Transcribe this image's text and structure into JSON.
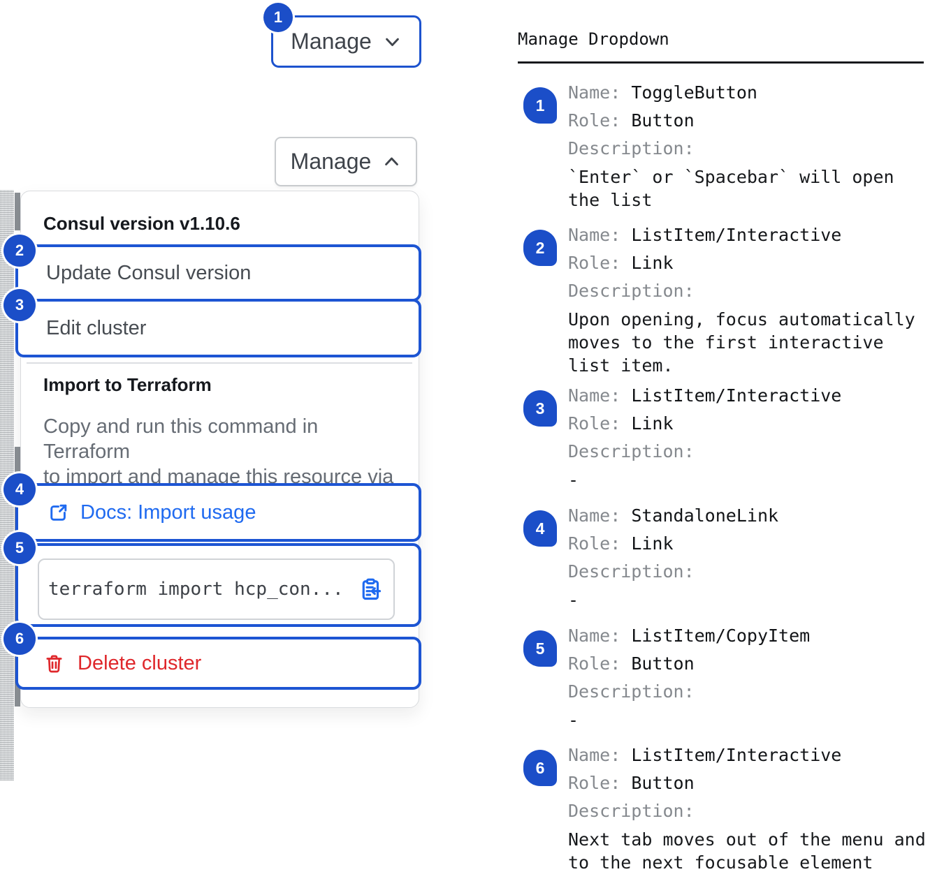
{
  "left": {
    "toggle_button_collapsed": {
      "label": "Manage",
      "badge": "1",
      "state_icon": "chevron-down-icon"
    },
    "toggle_button_expanded": {
      "label": "Manage",
      "state_icon": "chevron-up-icon"
    },
    "dropdown": {
      "version_label": "Consul version v1.10.6",
      "items": [
        {
          "badge": "2",
          "label": "Update Consul version"
        },
        {
          "badge": "3",
          "label": "Edit cluster"
        }
      ],
      "terraform_section": {
        "title": "Import to Terraform",
        "description": "Copy and run this command in Terraform\nto import and manage this resource via\nour Terraform Provider.",
        "docs_item": {
          "badge": "4",
          "label": "Docs: Import usage",
          "icon": "external-link-icon"
        },
        "copy_item": {
          "badge": "5",
          "command": "terraform import hcp_con...",
          "icon": "clipboard-copy-icon"
        }
      },
      "delete_item": {
        "badge": "6",
        "label": "Delete cluster",
        "icon": "trash-icon"
      }
    }
  },
  "right": {
    "title": "Manage Dropdown",
    "labels": {
      "name": "Name:",
      "role": "Role:",
      "description": "Description:"
    },
    "entries": [
      {
        "num": "1",
        "name": "ToggleButton",
        "role": "Button",
        "description": "`Enter` or `Spacebar` will open\nthe list"
      },
      {
        "num": "2",
        "name": "ListItem/Interactive",
        "role": "Link",
        "description": "Upon opening, focus automatically\nmoves to the first interactive\nlist item."
      },
      {
        "num": "3",
        "name": "ListItem/Interactive",
        "role": "Link",
        "description": "-"
      },
      {
        "num": "4",
        "name": "StandaloneLink",
        "role": "Link",
        "description": "-"
      },
      {
        "num": "5",
        "name": "ListItem/CopyItem",
        "role": "Button",
        "description": "-"
      },
      {
        "num": "6",
        "name": "ListItem/Interactive",
        "role": "Button",
        "description": "Next tab moves out of the menu and\nto the next focusable element"
      }
    ]
  },
  "colors": {
    "badge_blue": "#1b4ec8",
    "focus_border_blue": "#1d55d3",
    "link_blue": "#1f6af0",
    "delete_red": "#df272b",
    "text_dark": "#16191e",
    "text_gray": "#666c74"
  }
}
